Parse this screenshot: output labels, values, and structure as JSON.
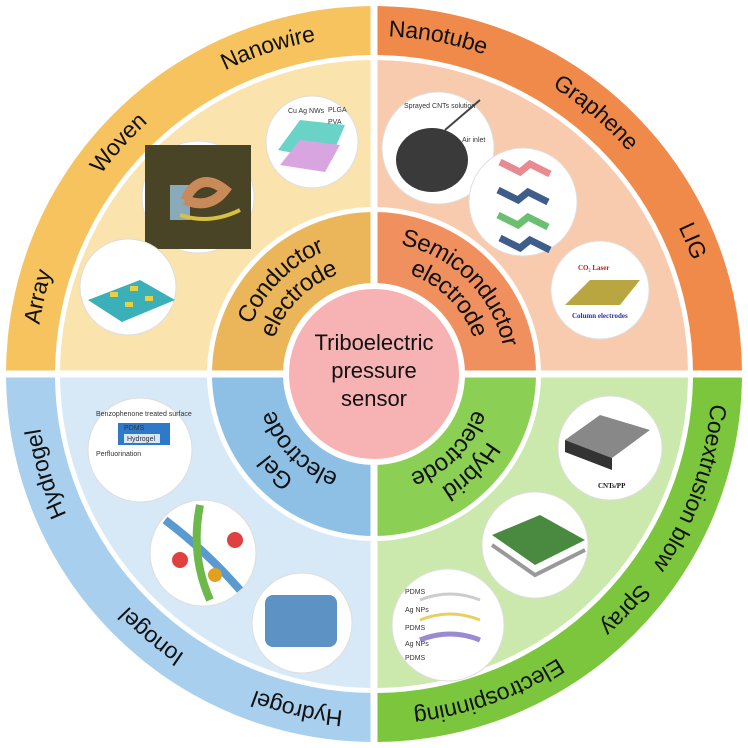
{
  "center": {
    "lines": [
      "Triboelectric",
      "pressure",
      "sensor"
    ],
    "color": "#f7b3b3"
  },
  "quadrants": [
    {
      "id": "conductor",
      "title_lines": [
        "Conductor",
        "electrode"
      ],
      "outer_color": "#f6c35e",
      "inner_color": "#fbe3ad",
      "mid_color": "#ebb55a",
      "materials": [
        "Array",
        "Woven",
        "Nanowire"
      ]
    },
    {
      "id": "semiconductor",
      "title_lines": [
        "Semiconductor",
        "electrode"
      ],
      "outer_color": "#f08a4a",
      "inner_color": "#f9cbae",
      "mid_color": "#f0905e",
      "materials": [
        "Nanotube",
        "Graphene",
        "LIG"
      ]
    },
    {
      "id": "gel",
      "title_lines": [
        "Gel",
        "electrode"
      ],
      "outer_color": "#a8cfee",
      "inner_color": "#d7e9f7",
      "mid_color": "#8ec0e6",
      "materials": [
        "Hydrogel",
        "Ionogel",
        "Hydrogel"
      ]
    },
    {
      "id": "hybrid",
      "title_lines": [
        "Hybrid",
        "electrode"
      ],
      "outer_color": "#7cc63d",
      "inner_color": "#cce9ad",
      "mid_color": "#8ccf55",
      "materials": [
        "Coextrusion blow",
        "Spray",
        "Electrospinning"
      ]
    }
  ],
  "image_captions": {
    "nanowire": [
      "Cu Ag NWs",
      "PLGA",
      "PVA"
    ],
    "nanotube": [
      "Sprayed CNTs solution",
      "Air inlet"
    ],
    "lig": [
      "CO₂ Laser",
      "Column electrodes"
    ],
    "hydrogel_top": [
      "Benzophenone treated surface",
      "PDMS",
      "Hydrogel",
      "Perfluorination"
    ],
    "coextrusion": [
      "CNTs/PP"
    ],
    "electrospinning": [
      "PDMS",
      "Ag NPs",
      "PDMS",
      "Ag NPs",
      "PDMS"
    ]
  }
}
